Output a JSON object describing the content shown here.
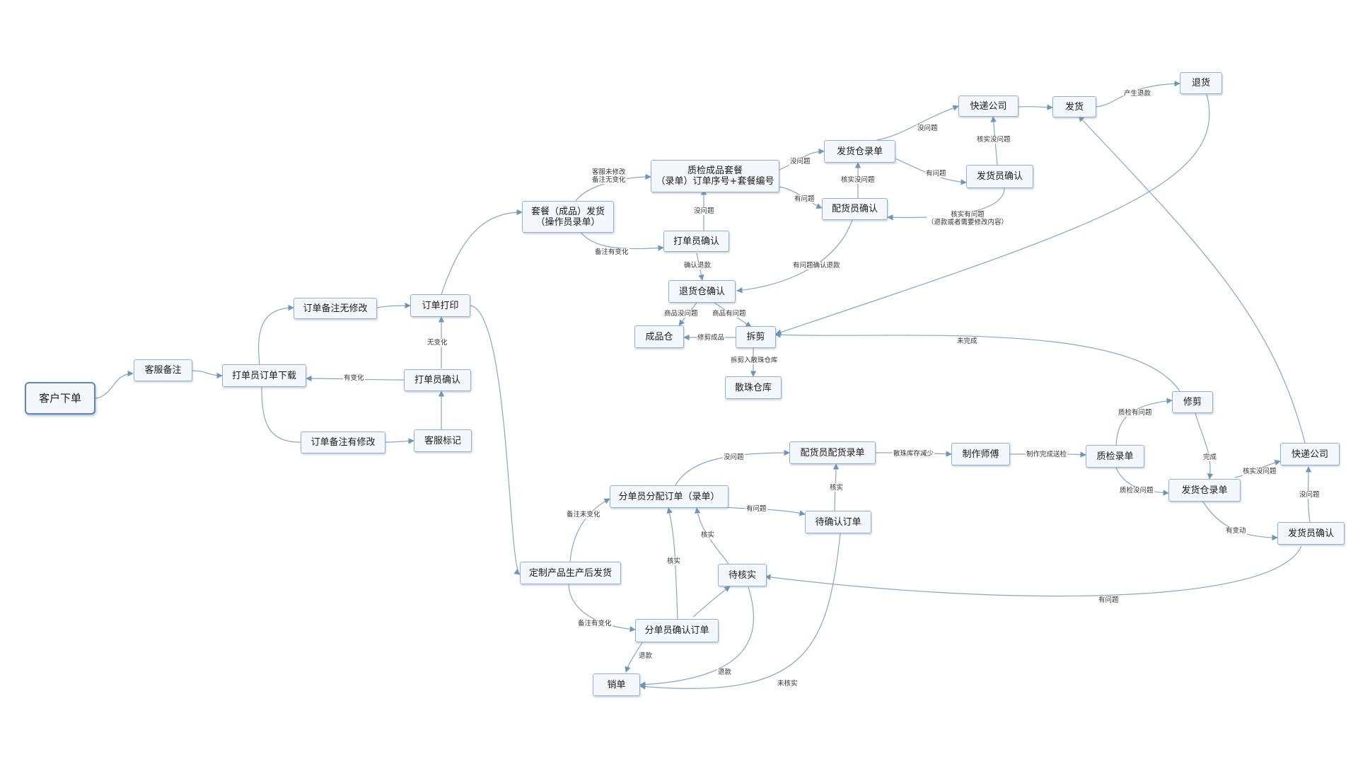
{
  "colors": {
    "node_fill": "#f4f8fc",
    "node_border": "#8fb2d3",
    "edge": "#86a7c4",
    "root_border": "#5b88b4"
  },
  "nodes": {
    "n1": "客户下单",
    "n2": "客服备注",
    "n3": "打单员订单下载",
    "n4": "订单备注无修改",
    "n5": "订单备注有修改",
    "n6": "订单打印",
    "n7": "打单员确认",
    "n8": "客服标记",
    "n9": "套餐（成品）发货\n（操作员录单）",
    "n10": "质检成品套餐\n（录单）订单序号+套餐编号",
    "n11": "打单员确认",
    "n12": "退货仓确认",
    "n13": "成品仓",
    "n14": "拆剪",
    "n15": "散珠仓库",
    "n16": "发货仓录单",
    "n17": "配货员确认",
    "n18": "快递公司",
    "n19": "发货员确认",
    "n20": "发货",
    "n21": "退货",
    "n22": "定制产品生产后发货",
    "n23": "分单员分配订单（录单）",
    "n24": "配货员配货录单",
    "n25": "制作师傅",
    "n26": "质检录单",
    "n27": "修剪",
    "n28": "待确认订单",
    "n29": "待核实",
    "n30": "分单员确认订单",
    "n31": "销单",
    "n32": "发货仓录单",
    "n33": "快递公司",
    "n34": "发货员确认"
  },
  "labels": {
    "l1": "无变化",
    "l2": "有变化",
    "l3": "客服未修改\n备注无变化",
    "l4": "备注有变化",
    "l5": "没问题",
    "l6": "确认退款",
    "l7": "没问题",
    "l8": "有问题",
    "l9": "核实没问题",
    "l10": "没问题",
    "l11": "有问题",
    "l12": "核实没问题",
    "l13": "核实有问题\n（退款或者需要修改内容）",
    "l14": "有问题确认退款",
    "l15": "产生退款",
    "l16": "商品没问题",
    "l17": "商品有问题",
    "l18": "修剪成品",
    "l19": "拆剪入散珠仓库",
    "l20": "未完成",
    "l21": "备注未变化",
    "l22": "备注有变化",
    "l23": "没问题",
    "l24": "散珠库存减少",
    "l25": "制作完成送检",
    "l26": "质检有问题",
    "l27": "质检没问题",
    "l28": "完成",
    "l29": "核实没问题",
    "l30": "没问题",
    "l31": "有变动",
    "l32": "有问题",
    "l33": "核实",
    "l34": "核实",
    "l35": "核实",
    "l36": "有问题",
    "l37": "退款",
    "l38": "退款",
    "l39": "未核实"
  }
}
